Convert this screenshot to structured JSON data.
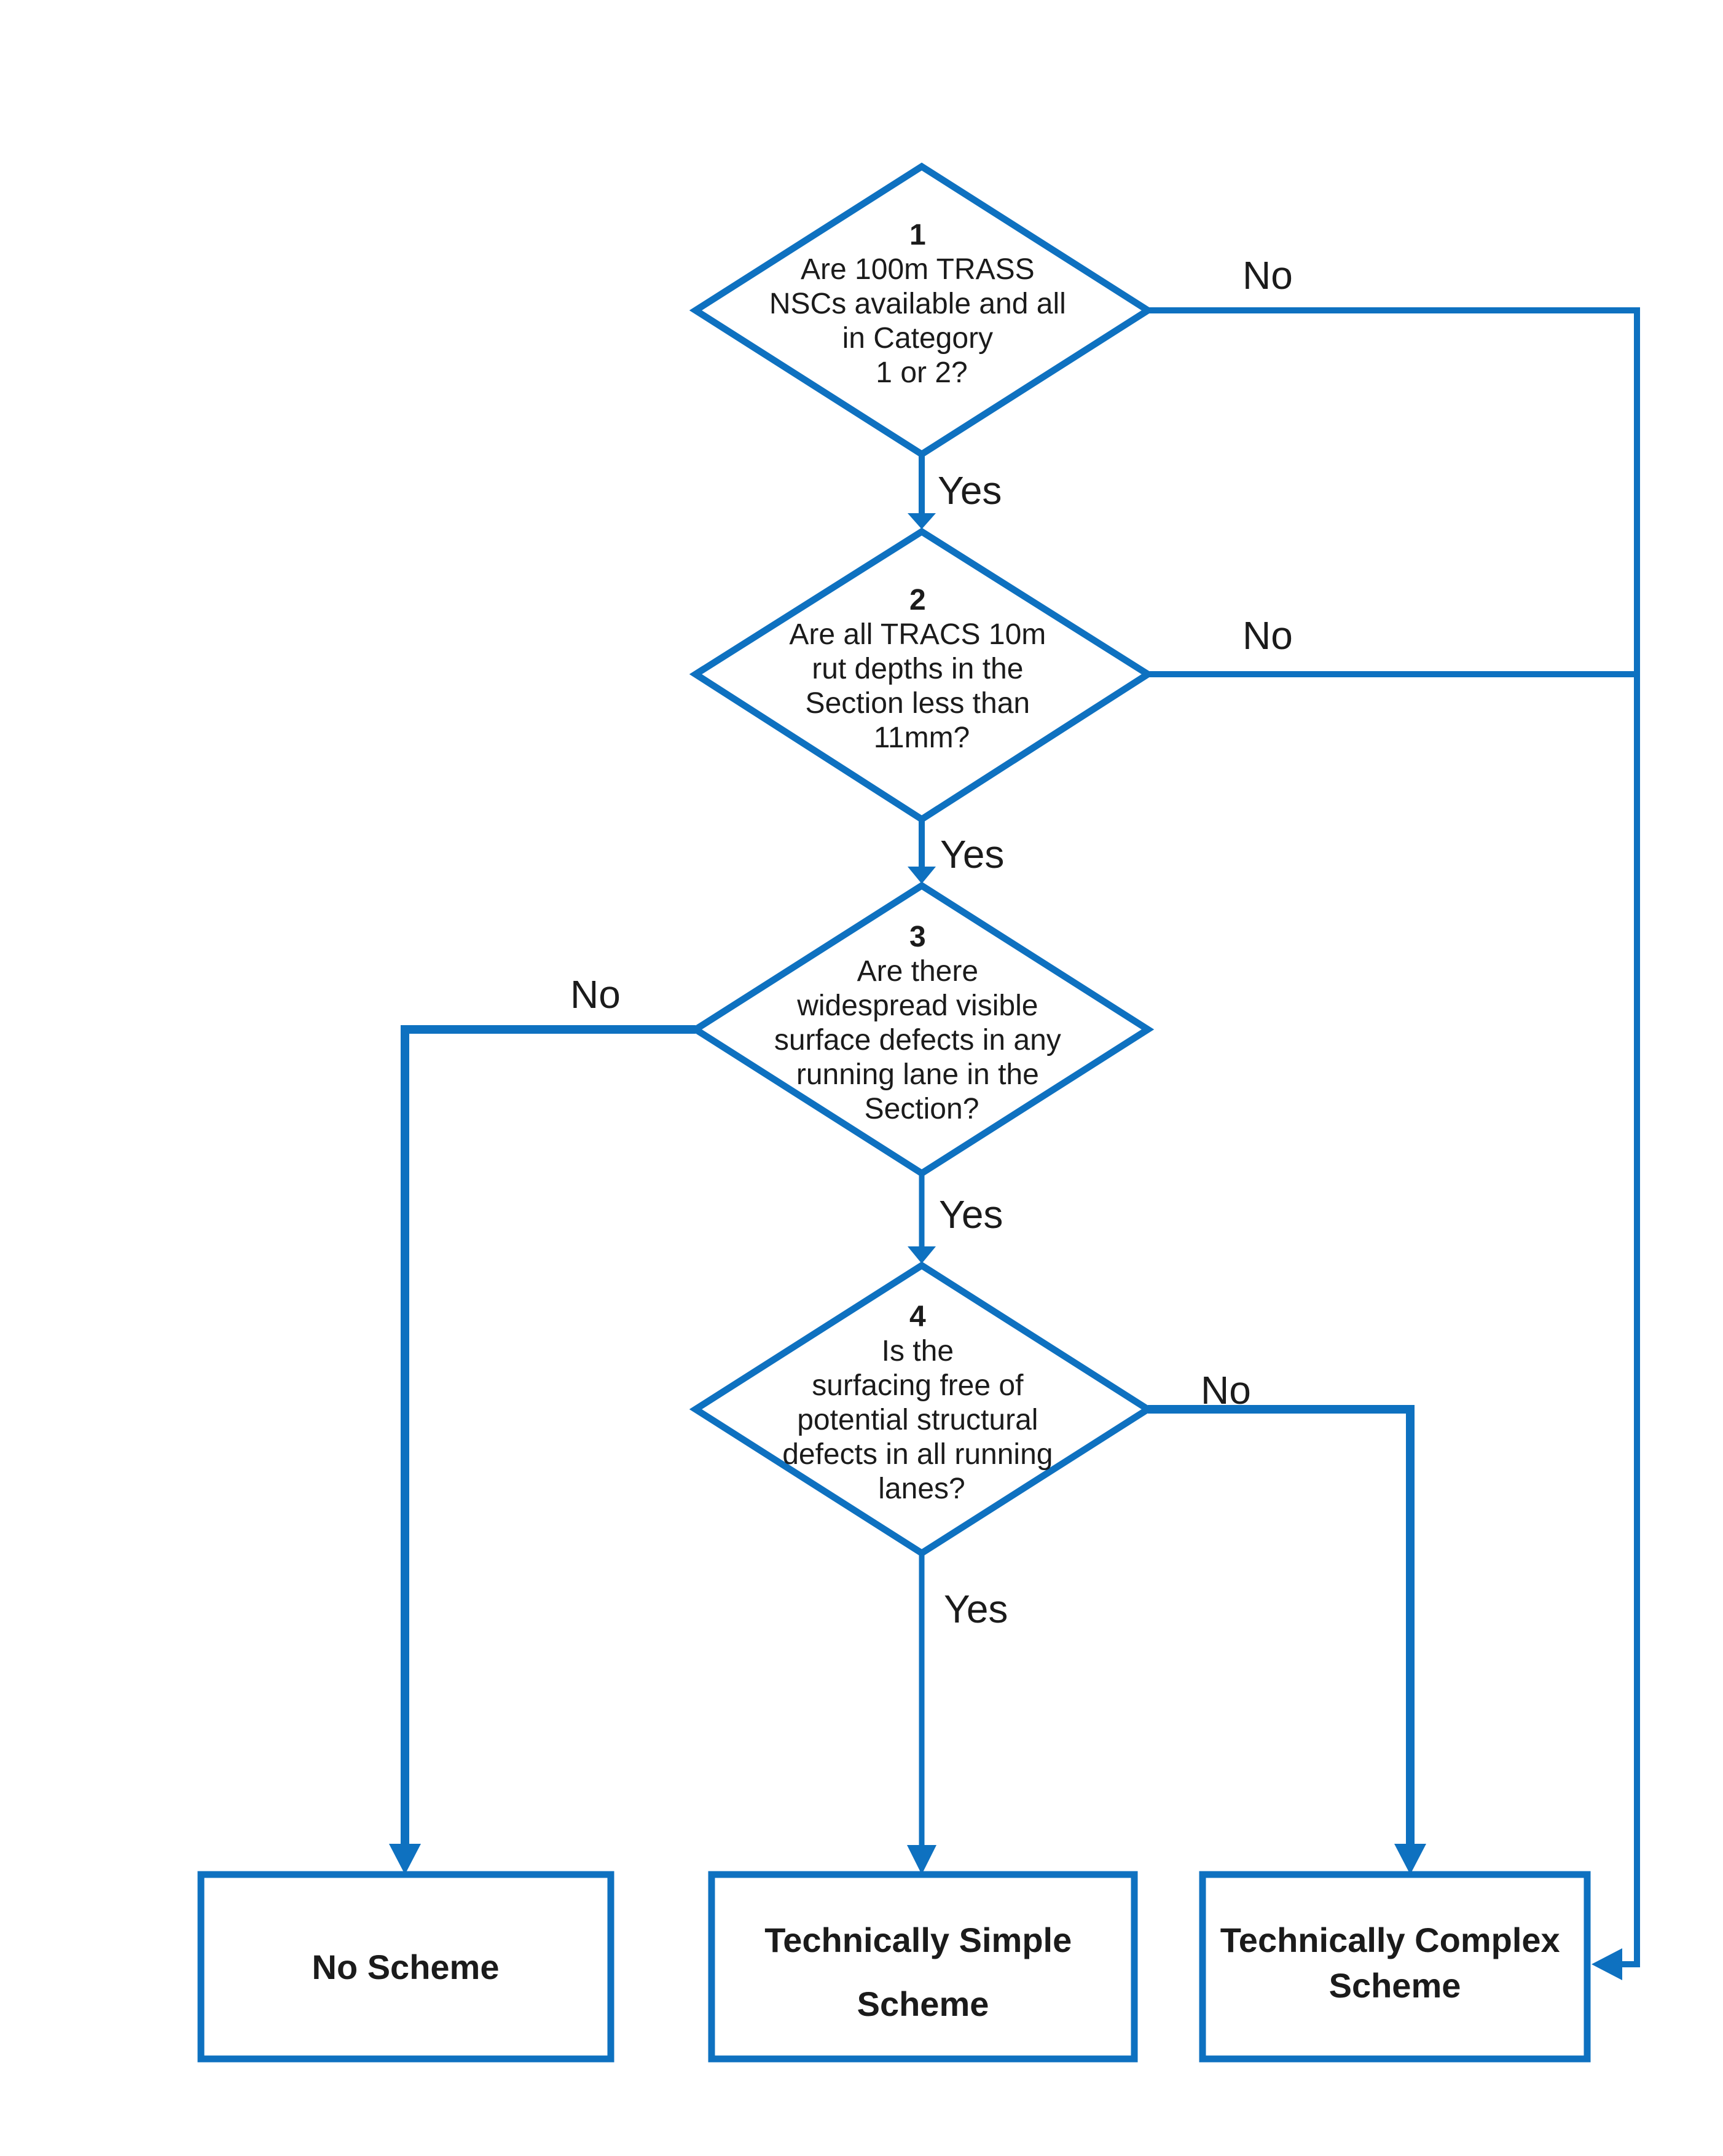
{
  "palette": {
    "line_color": "#0e71c0",
    "text_color": "#1b1b1b",
    "shape_fill": "#ffffff",
    "background": "#ffffff"
  },
  "flowchart": {
    "nodes": {
      "q1": {
        "type": "decision",
        "number": "1",
        "lines": [
          "Are 100m TRASS",
          "NSCs available and all",
          "in Category",
          "1 or 2?"
        ]
      },
      "q2": {
        "type": "decision",
        "number": "2",
        "lines": [
          "Are all TRACS 10m",
          "rut depths in the",
          "Section less than",
          "11mm?"
        ]
      },
      "q3": {
        "type": "decision",
        "number": "3",
        "lines": [
          "Are there",
          "widespread visible",
          "surface defects in any",
          "running lane in the",
          "Section?"
        ]
      },
      "q4": {
        "type": "decision",
        "number": "4",
        "lines": [
          "Is the",
          "surfacing free of",
          "potential structural",
          "defects in all running",
          "lanes?"
        ]
      },
      "no_scheme": {
        "type": "outcome",
        "lines": [
          "No Scheme"
        ]
      },
      "technically_simple": {
        "type": "outcome",
        "lines": [
          "Technically Simple",
          "Scheme"
        ]
      },
      "technically_complex": {
        "type": "outcome",
        "lines": [
          "Technically Complex",
          "Scheme"
        ]
      }
    },
    "edges": {
      "q1_yes": {
        "from": "q1",
        "to": "q2",
        "label": "Yes"
      },
      "q1_no": {
        "from": "q1",
        "to": "technically_complex",
        "label": "No"
      },
      "q2_yes": {
        "from": "q2",
        "to": "q3",
        "label": "Yes"
      },
      "q2_no": {
        "from": "q2",
        "to": "technically_complex",
        "label": "No"
      },
      "q3_yes": {
        "from": "q3",
        "to": "q4",
        "label": "Yes"
      },
      "q3_no": {
        "from": "q3",
        "to": "no_scheme",
        "label": "No"
      },
      "q4_yes": {
        "from": "q4",
        "to": "technically_simple",
        "label": "Yes"
      },
      "q4_no": {
        "from": "q4",
        "to": "technically_complex",
        "label": "No"
      }
    }
  }
}
